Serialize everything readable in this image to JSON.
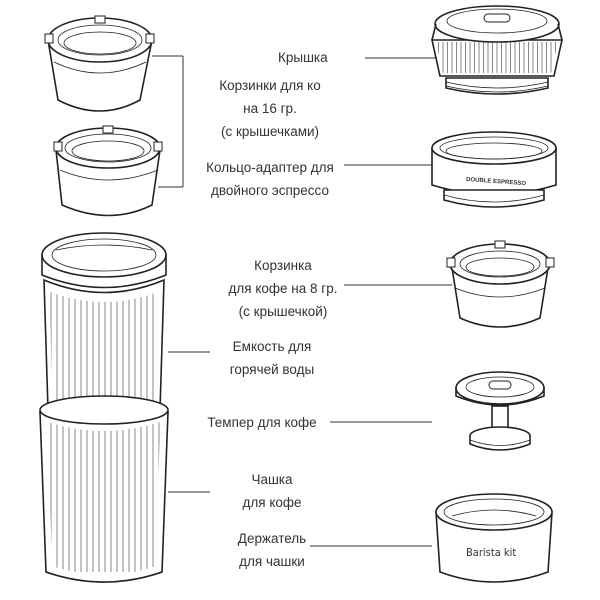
{
  "labels": {
    "lid": "Крышка",
    "basket16": [
      "Корзинки для ко",
      "на 16 гр.",
      "(с крышечками)"
    ],
    "adapter": [
      "Кольцо-адаптер для",
      "двойного эспрессо"
    ],
    "basket8": [
      "Корзинка",
      "для кофе на 8 гр.",
      "(с крышечкой)"
    ],
    "water": [
      "Емкость для",
      "горячей воды"
    ],
    "tamper": "Темпер для кофе",
    "cup": [
      "Чашка",
      "для кофе"
    ],
    "holder": [
      "Держатель",
      "для чашки"
    ]
  },
  "engravings": {
    "adapter": "DOUBLE ESPRESSO",
    "holder": "Barista kit"
  }
}
